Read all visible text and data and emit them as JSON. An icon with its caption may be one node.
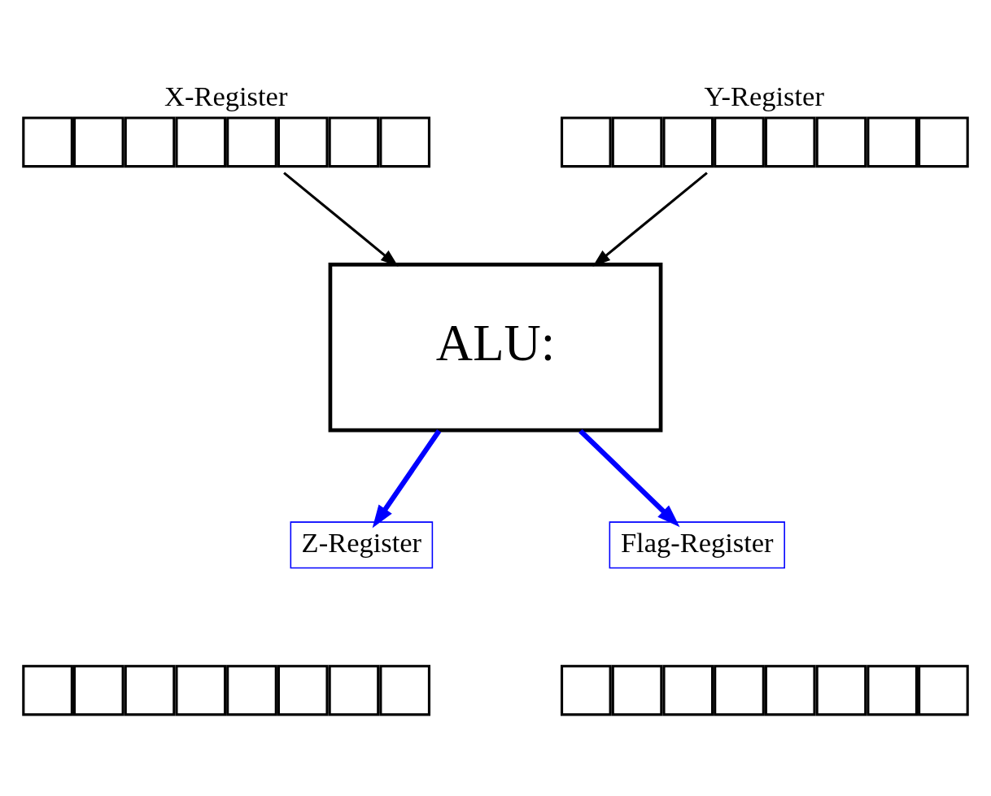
{
  "diagram": {
    "nodes": [
      {
        "text": [
          "X-Register"
        ]
      },
      {
        "text": [
          "Y-Register"
        ]
      },
      {
        "text": [
          "ALU:"
        ]
      },
      {
        "text": [
          "Z-Register"
        ]
      },
      {
        "text": [
          "Flag-Register"
        ]
      },
      {
        "text": [],
        "shape": "box"
      },
      {
        "text": [],
        "shape": "box"
      }
    ],
    "edges": [
      {
        "from": 0,
        "to": 2,
        "arrow": "to"
      },
      {
        "from": 1,
        "to": 2,
        "arrow": "to"
      },
      {
        "from": 2,
        "to": 3,
        "arrow": "to",
        "style": "thick",
        "color": "#0000ff"
      },
      {
        "from": 2,
        "to": 4,
        "arrow": "to",
        "style": "thick",
        "color": "#0000ff"
      }
    ]
  }
}
